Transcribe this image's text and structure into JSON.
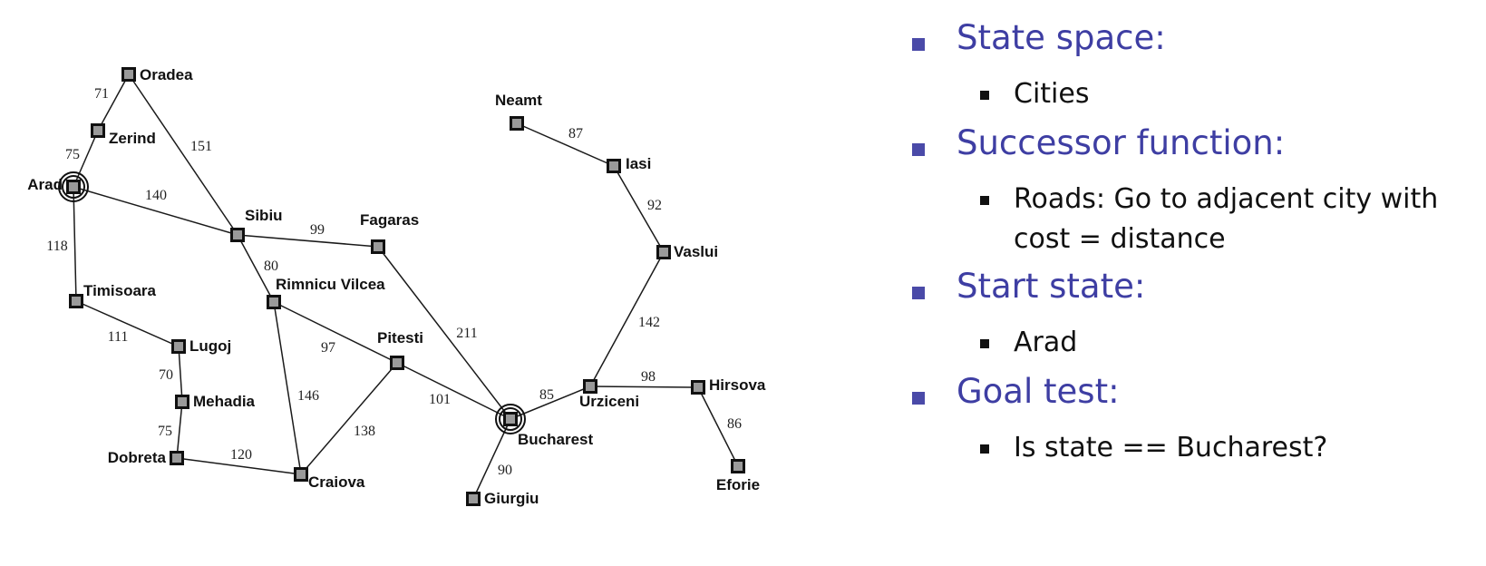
{
  "colors": {
    "heading": "#3e3ea3",
    "bullet": "#4a4aa8",
    "road": "#1a1a1a",
    "node_fill": "#9a9a9a",
    "node_border": "#111111"
  },
  "map": {
    "cities": [
      {
        "id": "oradea",
        "name": "Oradea"
      },
      {
        "id": "zerind",
        "name": "Zerind"
      },
      {
        "id": "arad",
        "name": "Arad",
        "highlight": "start"
      },
      {
        "id": "timisoara",
        "name": "Timisoara"
      },
      {
        "id": "lugoj",
        "name": "Lugoj"
      },
      {
        "id": "mehadia",
        "name": "Mehadia"
      },
      {
        "id": "dobreta",
        "name": "Dobreta"
      },
      {
        "id": "craiova",
        "name": "Craiova"
      },
      {
        "id": "sibiu",
        "name": "Sibiu"
      },
      {
        "id": "rimnicu",
        "name": "Rimnicu Vilcea"
      },
      {
        "id": "fagaras",
        "name": "Fagaras"
      },
      {
        "id": "pitesti",
        "name": "Pitesti"
      },
      {
        "id": "bucharest",
        "name": "Bucharest",
        "highlight": "goal"
      },
      {
        "id": "giurgiu",
        "name": "Giurgiu"
      },
      {
        "id": "urziceni",
        "name": "Urziceni"
      },
      {
        "id": "hirsova",
        "name": "Hirsova"
      },
      {
        "id": "eforie",
        "name": "Eforie"
      },
      {
        "id": "vaslui",
        "name": "Vaslui"
      },
      {
        "id": "iasi",
        "name": "Iasi"
      },
      {
        "id": "neamt",
        "name": "Neamt"
      }
    ],
    "roads": [
      {
        "from": "oradea",
        "to": "zerind",
        "distance": "71"
      },
      {
        "from": "zerind",
        "to": "arad",
        "distance": "75"
      },
      {
        "from": "oradea",
        "to": "sibiu",
        "distance": "151"
      },
      {
        "from": "arad",
        "to": "sibiu",
        "distance": "140"
      },
      {
        "from": "arad",
        "to": "timisoara",
        "distance": "118"
      },
      {
        "from": "timisoara",
        "to": "lugoj",
        "distance": "111"
      },
      {
        "from": "lugoj",
        "to": "mehadia",
        "distance": "70"
      },
      {
        "from": "mehadia",
        "to": "dobreta",
        "distance": "75"
      },
      {
        "from": "dobreta",
        "to": "craiova",
        "distance": "120"
      },
      {
        "from": "sibiu",
        "to": "fagaras",
        "distance": "99"
      },
      {
        "from": "sibiu",
        "to": "rimnicu",
        "distance": "80"
      },
      {
        "from": "rimnicu",
        "to": "pitesti",
        "distance": "97"
      },
      {
        "from": "rimnicu",
        "to": "craiova",
        "distance": "146"
      },
      {
        "from": "craiova",
        "to": "pitesti",
        "distance": "138"
      },
      {
        "from": "pitesti",
        "to": "bucharest",
        "distance": "101"
      },
      {
        "from": "fagaras",
        "to": "bucharest",
        "distance": "211"
      },
      {
        "from": "bucharest",
        "to": "giurgiu",
        "distance": "90"
      },
      {
        "from": "bucharest",
        "to": "urziceni",
        "distance": "85"
      },
      {
        "from": "urziceni",
        "to": "hirsova",
        "distance": "98"
      },
      {
        "from": "hirsova",
        "to": "eforie",
        "distance": "86"
      },
      {
        "from": "urziceni",
        "to": "vaslui",
        "distance": "142"
      },
      {
        "from": "vaslui",
        "to": "iasi",
        "distance": "92"
      },
      {
        "from": "iasi",
        "to": "neamt",
        "distance": "87"
      }
    ]
  },
  "bullets": [
    {
      "heading": "State space:",
      "items": [
        "Cities"
      ]
    },
    {
      "heading": "Successor function:",
      "items": [
        "Roads: Go to adjacent city with cost = distance"
      ]
    },
    {
      "heading": "Start state:",
      "items": [
        "Arad"
      ]
    },
    {
      "heading": "Goal test:",
      "items": [
        "Is state == Bucharest?"
      ]
    }
  ]
}
